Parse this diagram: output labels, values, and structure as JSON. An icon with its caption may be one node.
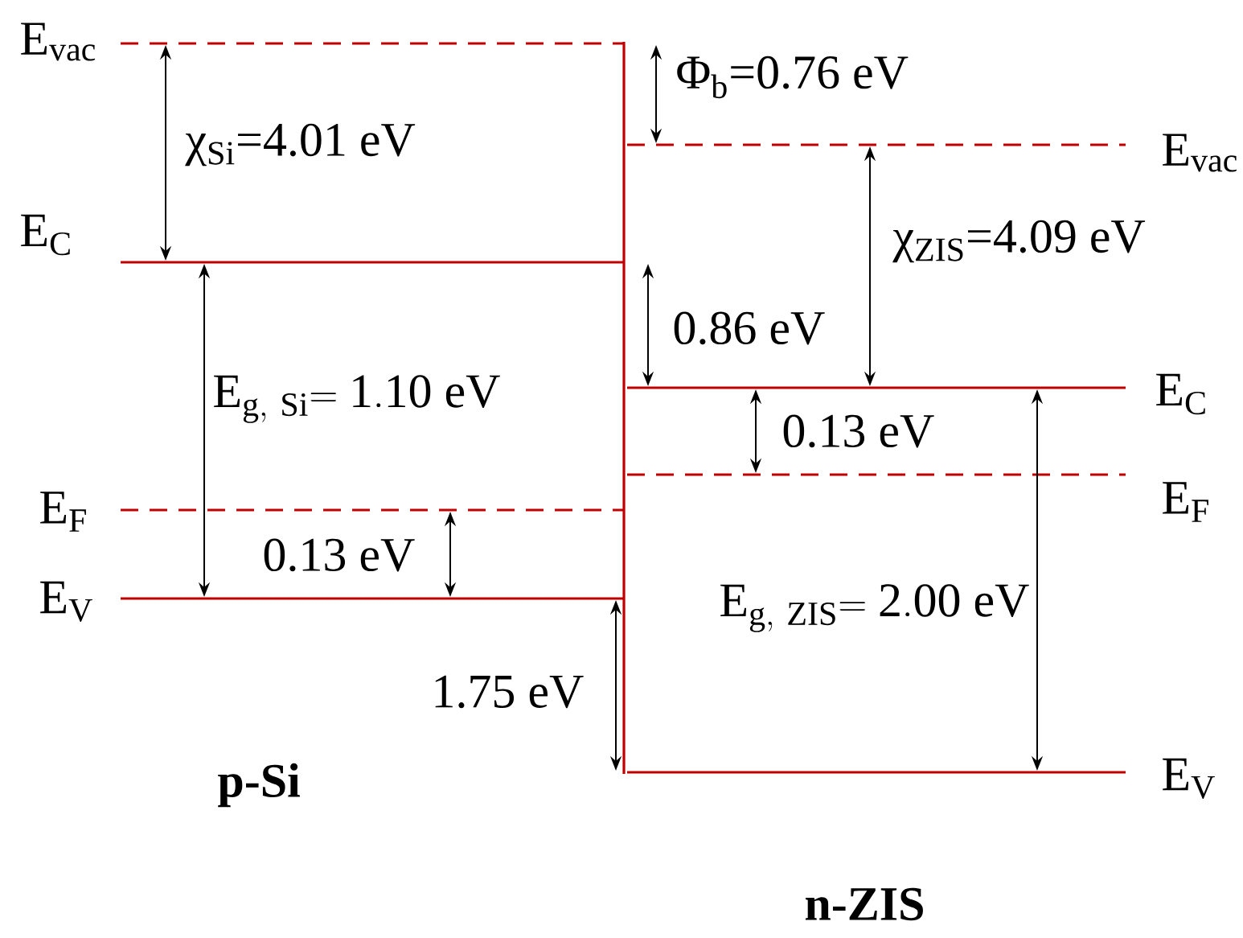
{
  "diagram": {
    "labels": [
      "E$_{vac}$",
      "Φ$_{b}$=0.76 eV",
      "χ$_{Si}$=4.01 eV",
      "E$_{vac}$",
      "E$_{C}$",
      "χ$_{ZIS}$=4.09 eV",
      "0.86 eV",
      "\\mathrm{E}_{\\mathrm{g,\\ Si}}\\mathrm{=1.10\\ eV}",
      "E$_{C}$",
      "0.13 eV",
      "E$_{F}$",
      "E$_{F}$",
      "0.13 eV",
      "E$_{V}$",
      "\\mathrm{E}_{\\mathrm{g,\\ ZIS}}\\mathrm{=2.00\\ eV}",
      "1.75 eV",
      "p-Si",
      "E$_{V}$",
      "n-ZIS"
    ]
  }
}
